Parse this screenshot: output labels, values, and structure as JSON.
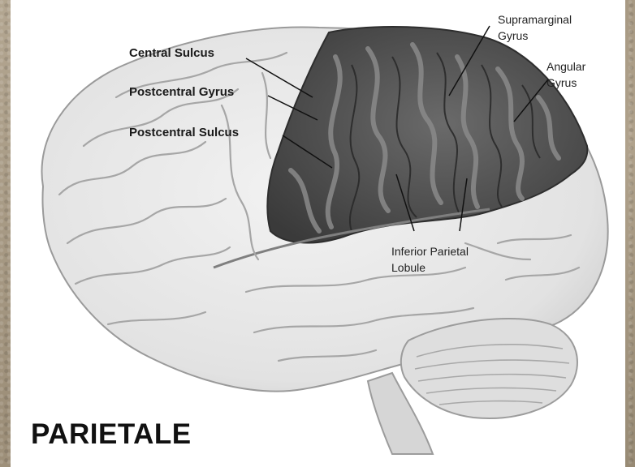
{
  "labels": {
    "central_sulcus": "Central Sulcus",
    "postcentral_gyrus": "Postcentral Gyrus",
    "postcentral_sulcus": "Postcentral Sulcus",
    "supramarginal_line1": "Supramarginal",
    "supramarginal_line2": "Gyrus",
    "angular_line1": "Angular",
    "angular_line2": "Gyrus",
    "inferior_line1": "Inferior Parietal",
    "inferior_line2": "Lobule"
  },
  "caption": "PARIETALE",
  "colors": {
    "border": "#a89a86",
    "brain_fill": "#e9e9e9",
    "parietal_fill": "#5c5c5c",
    "gyrus_light": "#bdbdbd"
  }
}
